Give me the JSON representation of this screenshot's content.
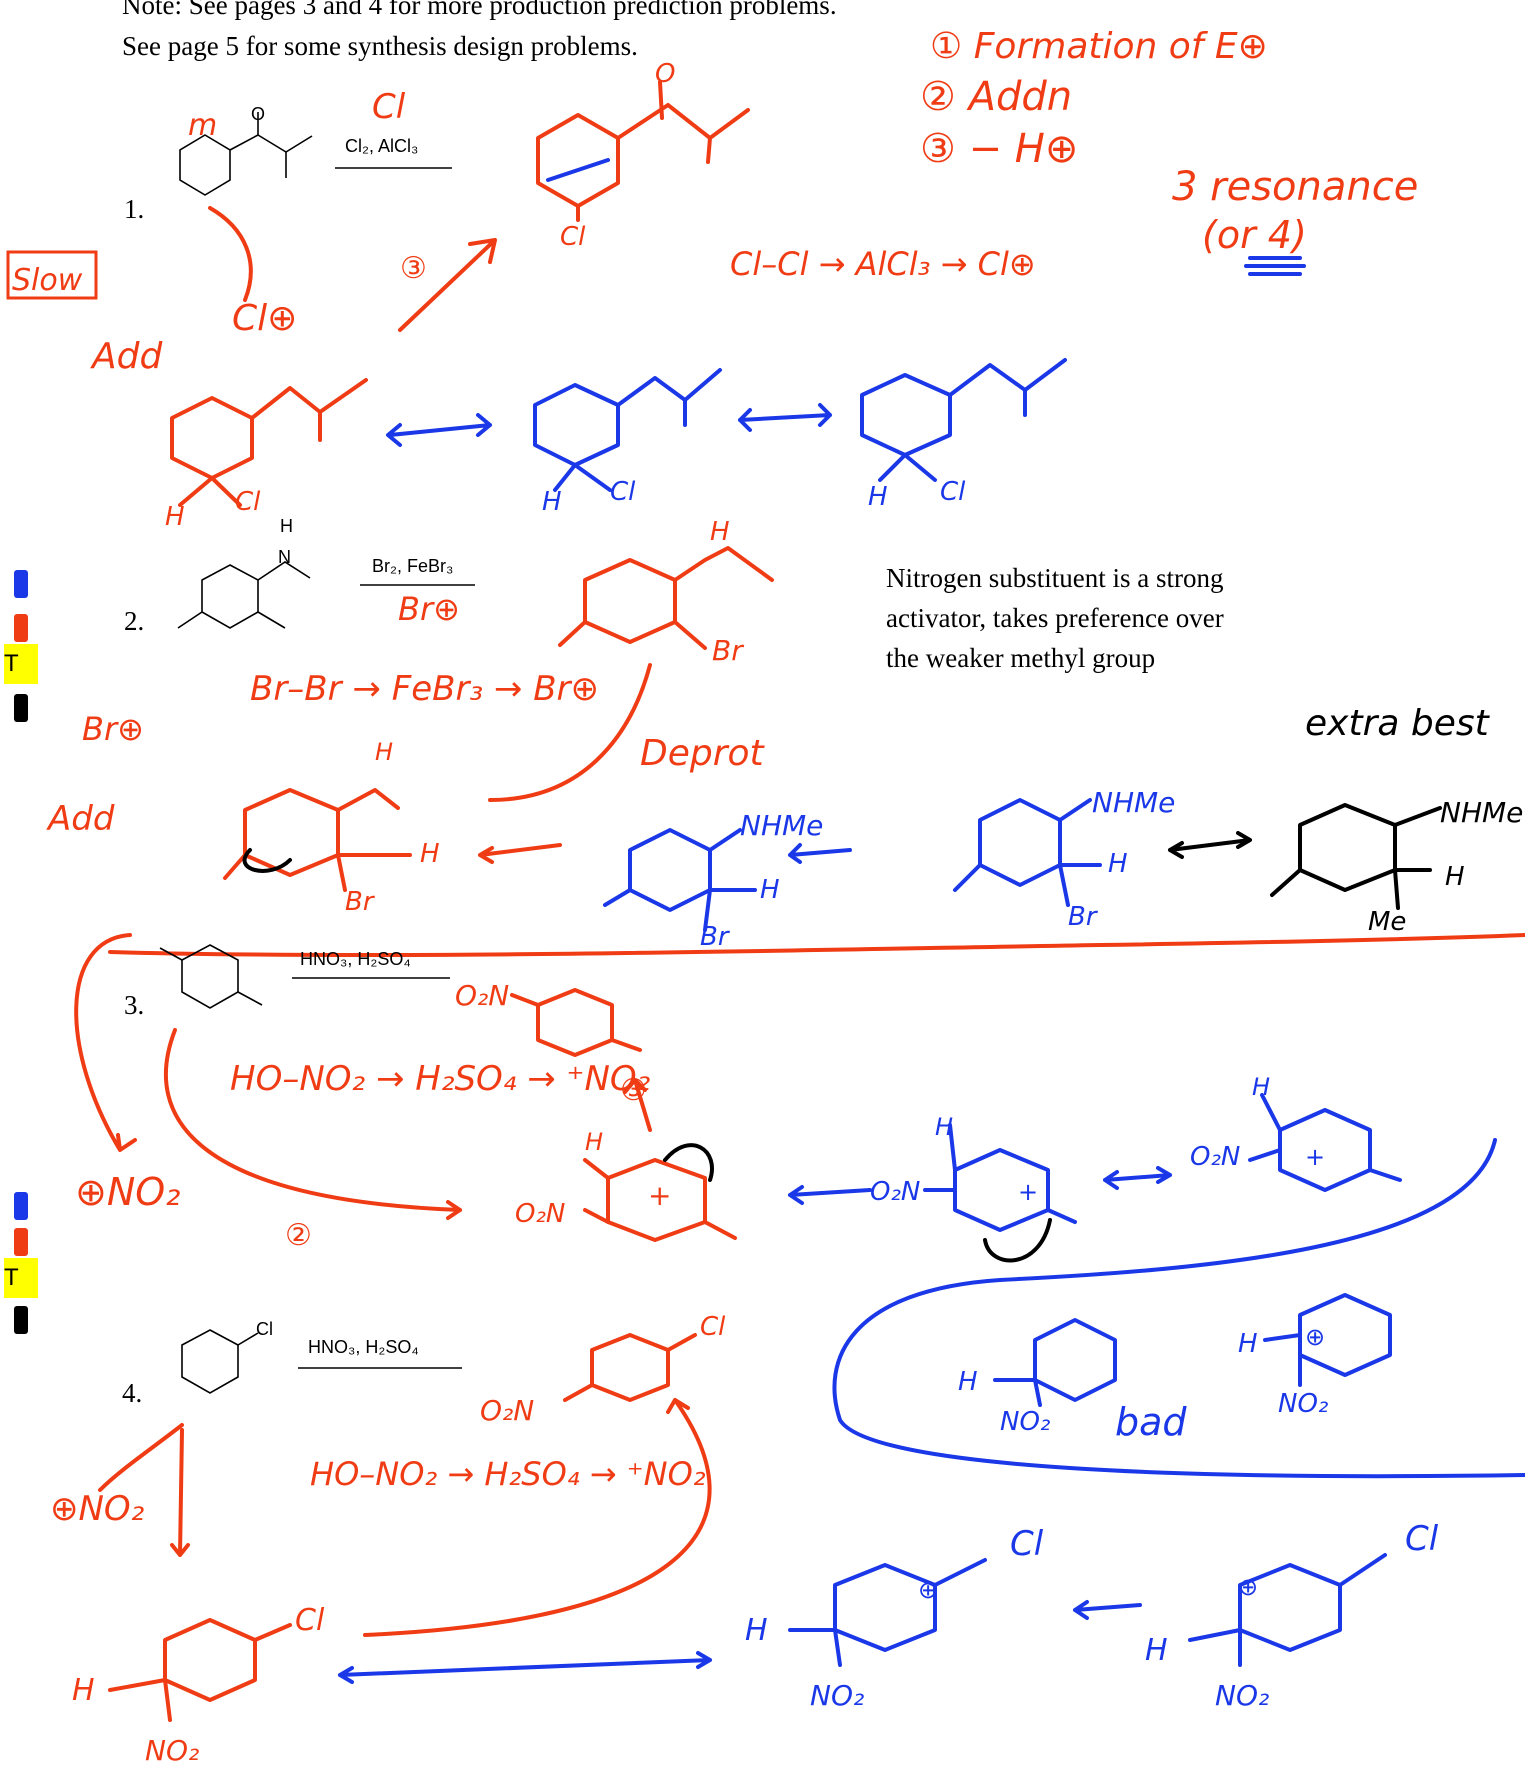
{
  "header": {
    "note_line1": "Note:  See pages 3 and 4 for more production prediction problems.",
    "note_line2": "See page 5 for some synthesis design problems."
  },
  "steps_note": {
    "s1": "① Formation of E⊕",
    "s2": "② Addn",
    "s3": "③ − H⊕",
    "resonance": "3 resonance",
    "resonance_alt": "(or 4)"
  },
  "problems": [
    {
      "num": "1.",
      "reagent": "Cl₂, AlCl₃"
    },
    {
      "num": "2.",
      "reagent": "Br₂, FeBr₃"
    },
    {
      "num": "3.",
      "reagent": "HNO₃, H₂SO₄"
    },
    {
      "num": "4.",
      "reagent": "HNO₃, H₂SO₄"
    }
  ],
  "typed_note": {
    "line1": "Nitrogen substituent is a strong",
    "line2": "activator, takes preference over",
    "line3": "the weaker methyl group"
  },
  "annotations": {
    "slow": "Slow",
    "add": "Add",
    "m": "m",
    "cl_top": "Cl",
    "cl_plus": "Cl⊕",
    "alcl3_eq": "Cl–Cl → AlCl₃ → Cl⊕",
    "br_plus": "Br⊕",
    "febr3_eq": "Br–Br → FeBr₃ → Br⊕",
    "deprot": "Deprot",
    "nhme": "NHMe",
    "extra_best": "extra best",
    "nitronium_eq": "HO–NO₂ → H₂SO₄ → ⁺NO₂",
    "no2_plus": "⊕NO₂",
    "bad": "bad",
    "me": "Me",
    "o2n": "O₂N",
    "no2": "NO₂"
  },
  "toolbar": {
    "t_label": "T",
    "colors": {
      "blue": "#1a38e8",
      "red": "#f03c14",
      "yellow": "#ffff00",
      "black": "#000000"
    }
  }
}
